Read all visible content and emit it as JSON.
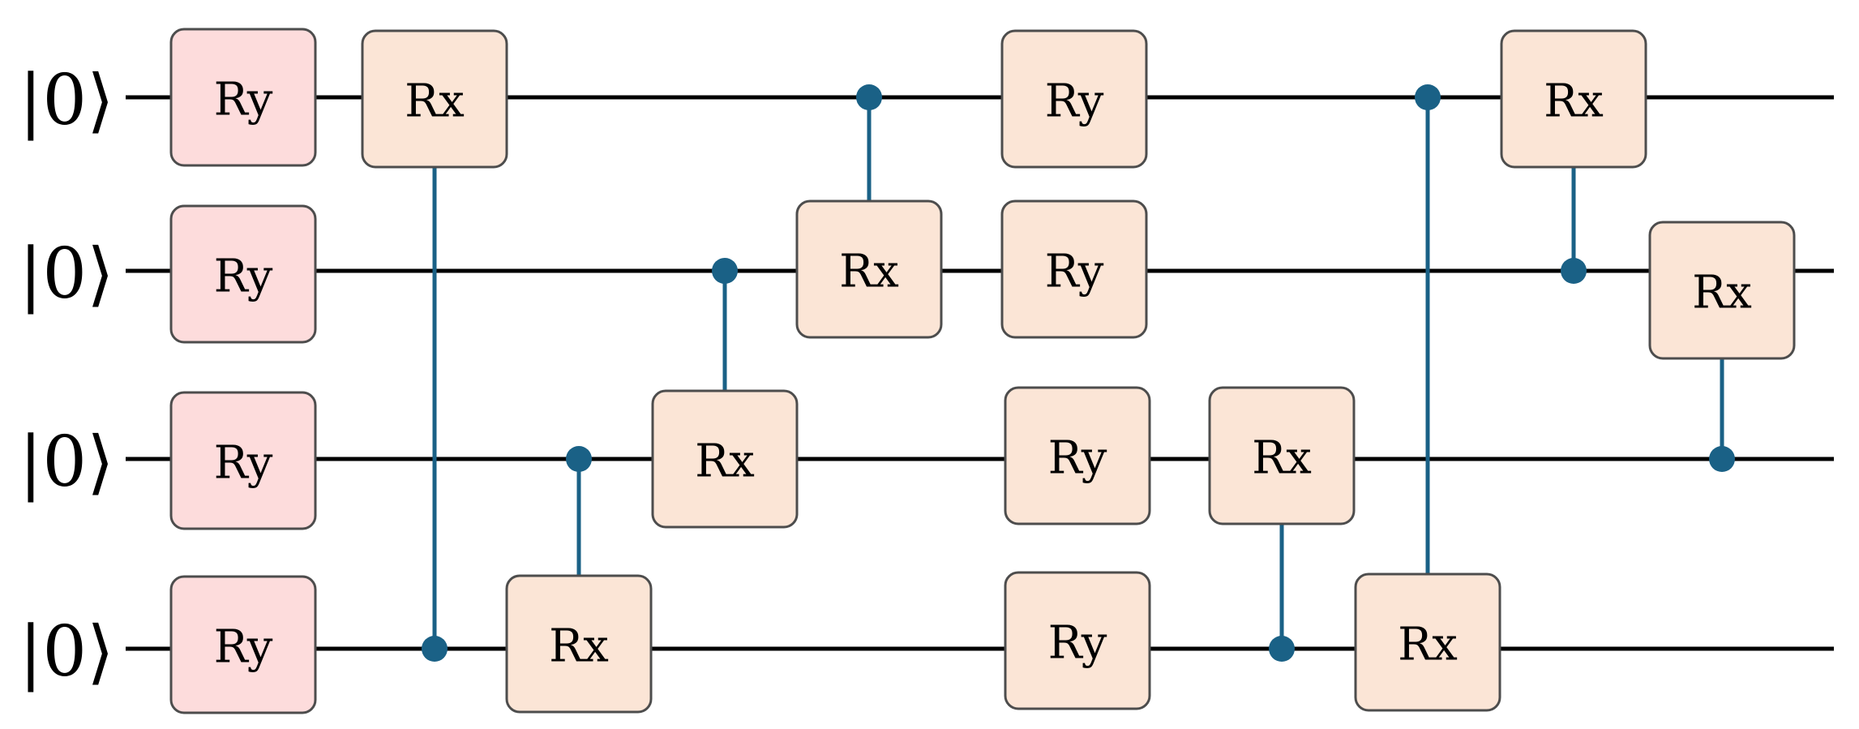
{
  "circuit": {
    "qubits": [
      {
        "label": "|0⟩"
      },
      {
        "label": "|0⟩"
      },
      {
        "label": "|0⟩"
      },
      {
        "label": "|0⟩"
      }
    ],
    "gates": [
      {
        "name": "Ry",
        "target": 0,
        "control": null,
        "style": "init"
      },
      {
        "name": "Ry",
        "target": 1,
        "control": null,
        "style": "init"
      },
      {
        "name": "Ry",
        "target": 2,
        "control": null,
        "style": "init"
      },
      {
        "name": "Ry",
        "target": 3,
        "control": null,
        "style": "init"
      },
      {
        "name": "Rx",
        "target": 0,
        "control": 3,
        "style": "rot"
      },
      {
        "name": "Rx",
        "target": 3,
        "control": 2,
        "style": "rot"
      },
      {
        "name": "Rx",
        "target": 2,
        "control": 1,
        "style": "rot"
      },
      {
        "name": "Rx",
        "target": 1,
        "control": 0,
        "style": "rot"
      },
      {
        "name": "Ry",
        "target": 0,
        "control": null,
        "style": "rot"
      },
      {
        "name": "Ry",
        "target": 1,
        "control": null,
        "style": "rot"
      },
      {
        "name": "Ry",
        "target": 2,
        "control": null,
        "style": "rot"
      },
      {
        "name": "Ry",
        "target": 3,
        "control": null,
        "style": "rot"
      },
      {
        "name": "Rx",
        "target": 2,
        "control": 3,
        "style": "rot"
      },
      {
        "name": "Rx",
        "target": 3,
        "control": 0,
        "style": "rot"
      },
      {
        "name": "Rx",
        "target": 0,
        "control": 1,
        "style": "rot"
      },
      {
        "name": "Rx",
        "target": 1,
        "control": 2,
        "style": "rot"
      }
    ]
  },
  "colors": {
    "init_gate_fill": "#fddcdc",
    "rot_gate_fill": "#fbe5d6",
    "control": "#1a6186",
    "wire": "#000000",
    "gate_border": "#4d4d4d"
  }
}
